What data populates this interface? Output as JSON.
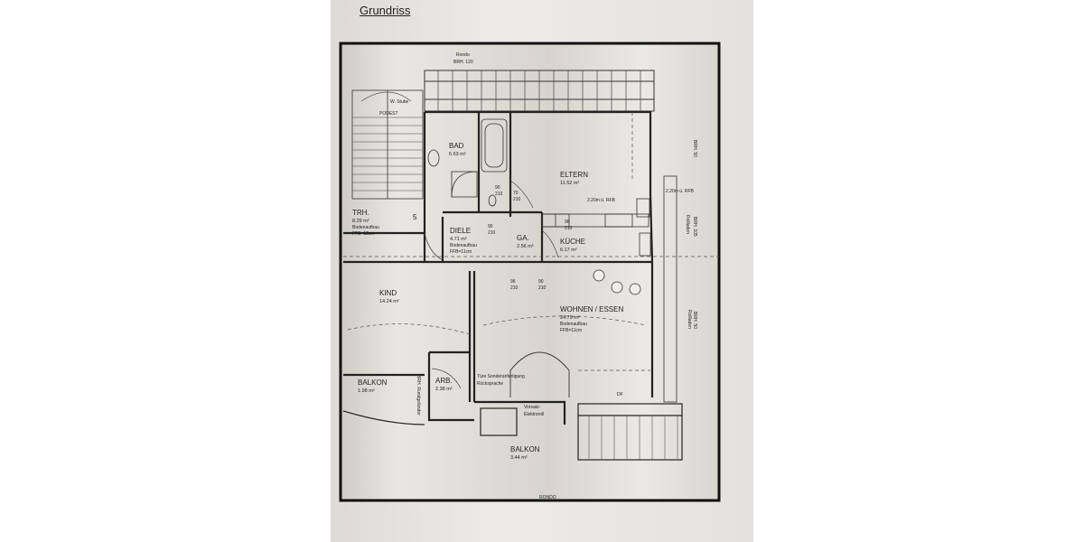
{
  "page_heading": "Grundriss",
  "rooms": [
    {
      "id": "bad",
      "name": "BAD",
      "area": "6.63 m²"
    },
    {
      "id": "eltern",
      "name": "ELTERN",
      "area": "11.52 m²"
    },
    {
      "id": "trh",
      "name": "TRH.",
      "area": "8.29 m²",
      "note1": "Bodenaufbau",
      "note2": "FFB=12cm"
    },
    {
      "id": "diele",
      "name": "DIELE",
      "area": "4.71 m²",
      "note1": "Bodenaufbau",
      "note2": "FFB=11cm"
    },
    {
      "id": "ga",
      "name": "GA.",
      "area": "2.56 m²"
    },
    {
      "id": "kueche",
      "name": "KÜCHE",
      "area": "6.17 m²"
    },
    {
      "id": "kind",
      "name": "KIND",
      "area": "14.24 m²"
    },
    {
      "id": "wohnen",
      "name": "WOHNEN / ESSEN",
      "area": "24.79 m²",
      "note1": "Bodenaufbau",
      "note2": "FFB=11cm"
    },
    {
      "id": "balkon1",
      "name": "BALKON",
      "area": "1.98 m²"
    },
    {
      "id": "arb",
      "name": "ARB.",
      "area": "2.38 m²"
    },
    {
      "id": "balkon2",
      "name": "BALKON",
      "area": "3.44 m²"
    }
  ],
  "annotations": {
    "rondo_top": "Rondo",
    "brh_top": "BRH. 120",
    "podest_top": "W. Stube",
    "podest": "PODEST",
    "height_eltern": "2.20m ü. RFB",
    "height_right": "2.20m ü. RFB",
    "stair_number": "5",
    "sonder1": "Türe Sonderanfertigung",
    "sonder2": "Rücksprache",
    "vorsatz1": "Vorsatz-",
    "vorsatz2": "Elektroroll",
    "rondo_bottom": "RONDO",
    "df": "DF",
    "brh_50_top": "BRH. 50",
    "brh_105": "BRH. 105",
    "brh_50_mid": "BRH. 50",
    "rollladen1": "Rollladen",
    "rollladen2": "Rollladen",
    "balkon_brh": "BRH. Rundgeländer"
  },
  "dimensions": [
    "90",
    "210",
    "70",
    "210",
    "90",
    "210",
    "96",
    "210",
    "90",
    "210",
    "96",
    "210"
  ]
}
